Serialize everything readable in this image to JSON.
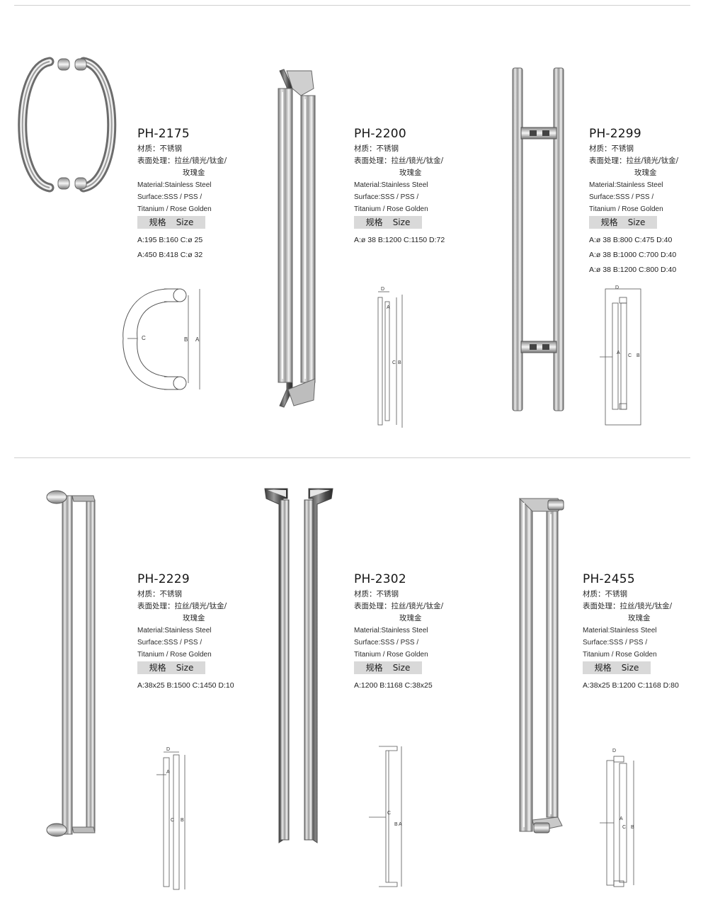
{
  "labels": {
    "material_zh": "材质：不锈钢",
    "surface_zh": "表面处理：拉丝/镜光/钛金/",
    "surface_zh_cont": "玫瑰金",
    "material_en": "Material:Stainless Steel",
    "surface_en": "Surface:SSS / PSS /",
    "surface_en_cont": "Titanium / Rose Golden",
    "size_zh": "规格",
    "size_en": "Size"
  },
  "products": [
    {
      "code": "PH-2175",
      "dims": [
        "A:195  B:160  C:ø 25",
        "A:450  B:418  C:ø 32"
      ]
    },
    {
      "code": "PH-2200",
      "dims": [
        "A:ø 38  B:1200  C:1150  D:72"
      ]
    },
    {
      "code": "PH-2299",
      "dims": [
        "A:ø 38  B:800   C:475  D:40",
        "A:ø 38  B:1000  C:700  D:40",
        "A:ø 38  B:1200  C:800  D:40"
      ]
    },
    {
      "code": "PH-2229",
      "dims": [
        "A:38x25  B:1500  C:1450  D:10"
      ]
    },
    {
      "code": "PH-2302",
      "dims": [
        "A:1200  B:1168  C:38x25"
      ]
    },
    {
      "code": "PH-2455",
      "dims": [
        "A:38x25  B:1200  C:1168  D:80"
      ]
    }
  ],
  "diagram_letters": {
    "a": "A",
    "b": "B",
    "c": "C",
    "d": "D"
  },
  "colors": {
    "steel_dark": "#6e6e6e",
    "steel_light": "#f2f2f2",
    "line": "#555555",
    "rule": "#cfcfcf",
    "size_bar": "#d9d9d9"
  }
}
